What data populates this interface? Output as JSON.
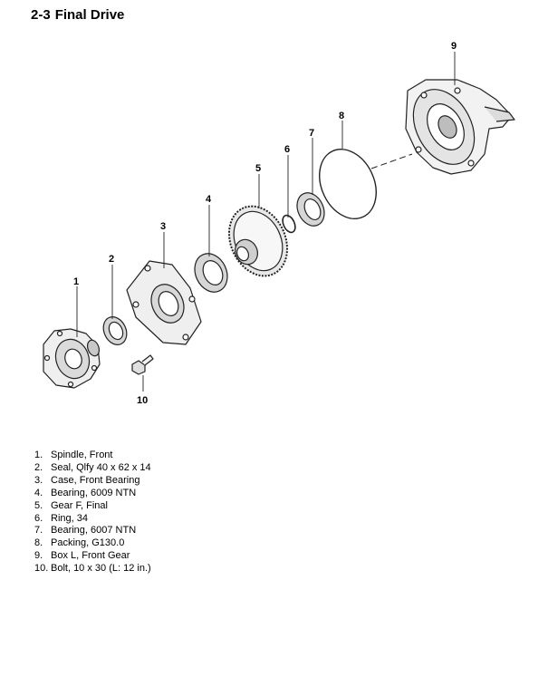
{
  "title": {
    "number": "2-3",
    "text": "Final Drive"
  },
  "callouts": [
    "1",
    "2",
    "3",
    "4",
    "5",
    "6",
    "7",
    "8",
    "9",
    "10"
  ],
  "parts": [
    {
      "num": "1.",
      "name": "Spindle, Front"
    },
    {
      "num": "2.",
      "name": "Seal, Qlfy 40 x 62 x 14"
    },
    {
      "num": "3.",
      "name": "Case, Front Bearing"
    },
    {
      "num": "4.",
      "name": "Bearing, 6009 NTN"
    },
    {
      "num": "5.",
      "name": "Gear F, Final"
    },
    {
      "num": "6.",
      "name": "Ring, 34"
    },
    {
      "num": "7.",
      "name": "Bearing, 6007 NTN"
    },
    {
      "num": "8.",
      "name": "Packing, G130.0"
    },
    {
      "num": "9.",
      "name": "Box L, Front Gear"
    },
    {
      "num": "10.",
      "name": "Bolt, 10 x 30 (L: 12 in.)"
    }
  ]
}
